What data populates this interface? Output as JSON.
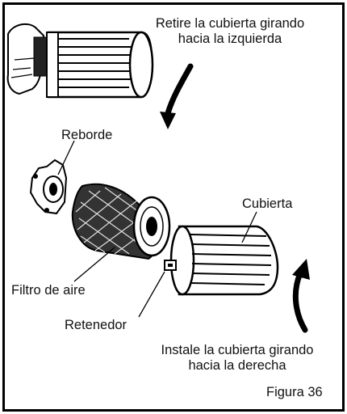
{
  "captions": {
    "remove_line1": "Retire la cubierta girando",
    "remove_line2": "hacia la izquierda",
    "install_line1": "Instale la cubierta girando",
    "install_line2": "hacia la derecha",
    "figure": "Figura 36"
  },
  "parts": {
    "flange": "Reborde",
    "cover": "Cubierta",
    "air_filter": "Filtro de aire",
    "retainer": "Retenedor"
  }
}
